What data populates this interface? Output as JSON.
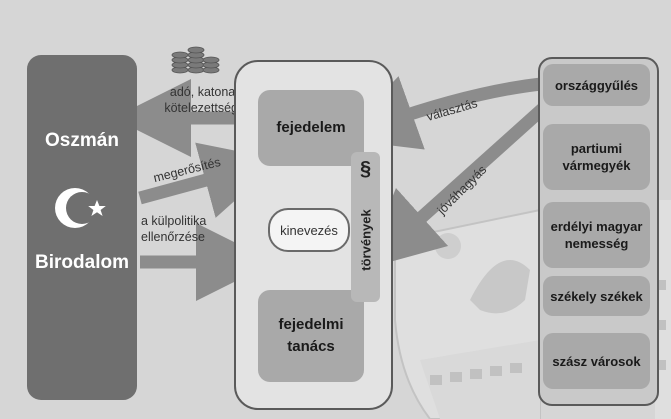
{
  "ottoman": {
    "line1": "Oszmán",
    "line2": "Birodalom"
  },
  "left_labels": {
    "tax": "adó, katonai kötelezettség",
    "confirmation": "megerősítés",
    "foreign_policy": "a külpolitika ellenőrzése"
  },
  "center": {
    "prince": "fejedelem",
    "appointment": "kinevezés",
    "council": "fejedelmi tanács",
    "laws": "törvények",
    "section_sign": "§"
  },
  "arrows": {
    "election": "választás",
    "approval": "jóváhagyás"
  },
  "estates": [
    "országgyűlés",
    "partiumi vármegyék",
    "erdélyi magyar nemesség",
    "székely székek",
    "szász városok"
  ],
  "colors": {
    "background": "#d6d6d6",
    "ottoman_fill": "#6f6f6f",
    "box_fill": "#a9a9a9",
    "arrow_fill": "#8c8c8c"
  }
}
